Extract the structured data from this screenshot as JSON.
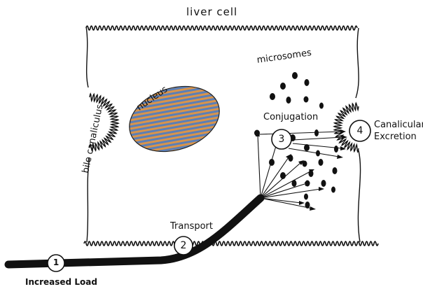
{
  "labels": {
    "liver_cell": "liver cell",
    "microsomes": "microsomes",
    "nucleus": "nucleus",
    "bile_canaliculus": "bile canaliculus",
    "conjugation": "Conjugation",
    "canalicular_line1": "Canalicular",
    "canalicular_line2": "Excretion",
    "transport": "Transport",
    "increased_load": "Increased Load"
  },
  "steps": {
    "step1": "1",
    "step2": "2",
    "step3": "3",
    "step4": "4"
  },
  "colors": {
    "ink": "#111111",
    "nucleus_blue": "#5a7fb8",
    "nucleus_orange": "#d9944a",
    "background": "#ffffff"
  }
}
